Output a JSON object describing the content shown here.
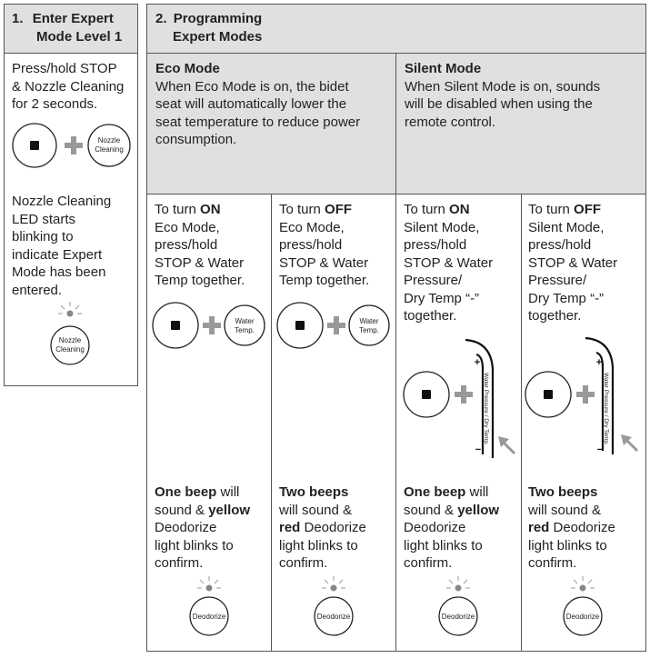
{
  "step1": {
    "num": "1.",
    "title_l1": "Enter Expert",
    "title_l2": "Mode Level 1",
    "instr": [
      "Press/hold STOP",
      "& Nozzle Cleaning",
      "for 2 seconds."
    ],
    "led": [
      "Nozzle Cleaning",
      "LED starts",
      "blinking to",
      "indicate Expert",
      "Mode has been",
      "entered."
    ],
    "nozzle_label": [
      "Nozzle",
      "Cleaning"
    ]
  },
  "step2": {
    "num": "2.",
    "title_l1": "Programming",
    "title_l2": "Expert Modes"
  },
  "eco": {
    "title": "Eco Mode",
    "desc": [
      "When Eco Mode is on, the bidet",
      "seat will automatically lower the",
      "seat temperature to reduce power",
      "consumption."
    ]
  },
  "silent": {
    "title": "Silent Mode",
    "desc": [
      "When Silent Mode is on, sounds",
      "will be disabled when using the",
      "remote control."
    ]
  },
  "cols": [
    {
      "lead": "To turn ",
      "strong": "ON",
      "lines": [
        "Eco Mode,",
        "press/hold",
        "STOP & Water",
        "Temp together."
      ],
      "btn": [
        "Water",
        "Temp."
      ],
      "r1_b": "One beep",
      "r1_t": " will",
      "r2_t": "sound & ",
      "r2_b": "yellow",
      "r3": "Deodorize",
      "r4": "light blinks to",
      "r5": "confirm."
    },
    {
      "lead": "To turn ",
      "strong": "OFF",
      "lines": [
        "Eco Mode,",
        "press/hold",
        "STOP & Water",
        "Temp together."
      ],
      "btn": [
        "Water",
        "Temp."
      ],
      "r1_b": "Two beeps",
      "r1_t": "",
      "r2_t": "will sound &",
      "r2_b": "",
      "r3_b": "red",
      "r3": " Deodorize",
      "r4": "light blinks to",
      "r5": "confirm."
    },
    {
      "lead": "To turn ",
      "strong": "ON",
      "lines": [
        "Silent Mode,",
        "press/hold",
        "STOP & Water",
        "Pressure/",
        "Dry Temp “-”",
        "together."
      ],
      "r1_b": "One beep",
      "r1_t": " will",
      "r2_t": "sound & ",
      "r2_b": "yellow",
      "r3": "Deodorize",
      "r4": "light blinks to",
      "r5": "confirm."
    },
    {
      "lead": "To turn ",
      "strong": "OFF",
      "lines": [
        "Silent Mode,",
        "press/hold",
        "STOP & Water",
        "Pressure/",
        "Dry Temp “-”",
        "together."
      ],
      "r1_b": "Two beeps",
      "r1_t": "",
      "r2_t": "will sound &",
      "r2_b": "",
      "r3_b": "red",
      "r3": " Deodorize",
      "r4": "light blinks to",
      "r5": "confirm."
    }
  ],
  "slider_label": "Water Pressure / Dry Temp.",
  "slider_plus": "+",
  "slider_minus": "−",
  "deodorize": "Deodorize",
  "colors": {
    "header_bg": "#e0e0e0",
    "border": "#555555",
    "icon_gray": "#999999",
    "led_dot": "#888888"
  }
}
